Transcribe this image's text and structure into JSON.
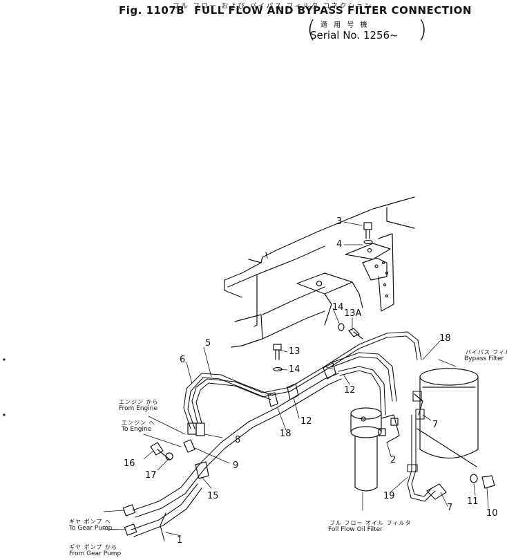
{
  "header": {
    "cut_japanese": "フル フロー および バイパス フィルタ コネクション",
    "fig_number": "Fig. 1107B",
    "title": "FULL FLOW AND BYPASS FILTER CONNECTION",
    "serial_japanese": "適 用 号 機",
    "serial": "Serial No. 1256~"
  },
  "callouts": {
    "n1": "1",
    "n2": "2",
    "n3": "3",
    "n4": "4",
    "n5": "5",
    "n6": "6",
    "n7a": "7",
    "n7b": "7",
    "n8": "8",
    "n9": "9",
    "n10": "10",
    "n11": "11",
    "n12a": "12",
    "n12b": "12",
    "n13": "13",
    "n13a": "13A",
    "n14a": "14",
    "n14b": "14",
    "n15": "15",
    "n16": "16",
    "n17": "17",
    "n18a": "18",
    "n18b": "18",
    "n19": "19"
  },
  "captions": {
    "from_engine_jp": "エンジン から",
    "from_engine": "From Engine",
    "to_engine_jp": "エンジン へ",
    "to_engine": "To Engine",
    "to_gear_pump_jp": "ギヤ ポンプ へ",
    "to_gear_pump": "To Gear Pump",
    "from_gear_pump_jp": "ギヤ ポンプ から",
    "from_gear_pump": "From Gear Pump",
    "bypass_filter_jp": "バイパス フィルタ",
    "bypass_filter": "Bypass Filter",
    "full_flow_filter_jp": "フル フロー オイル フィルタ",
    "full_flow_filter": "Foll Flow Oil Filter"
  }
}
